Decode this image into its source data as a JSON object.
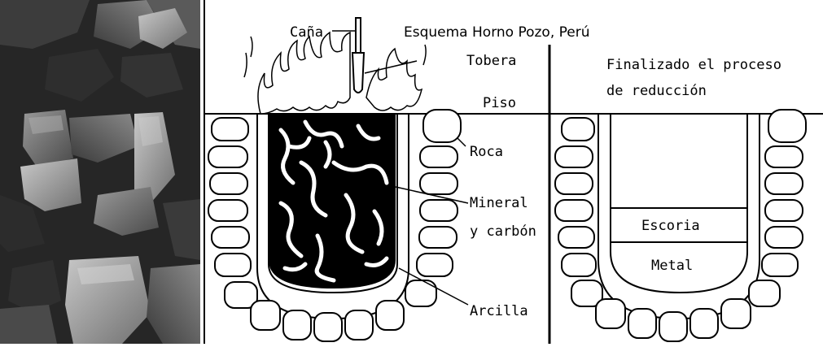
{
  "diagram": {
    "title": "Esquema Horno Pozo, Perú",
    "labels": {
      "cana": "Caña",
      "tobera": "Tobera",
      "piso": "Piso",
      "roca": "Roca",
      "mineral": "Mineral",
      "carbon": "y carbón",
      "arcilla": "Arcilla"
    },
    "after": {
      "line1": "Finalizado el proceso",
      "line2": "de reducción",
      "escoria": "Escoria",
      "metal": "Metal"
    }
  }
}
